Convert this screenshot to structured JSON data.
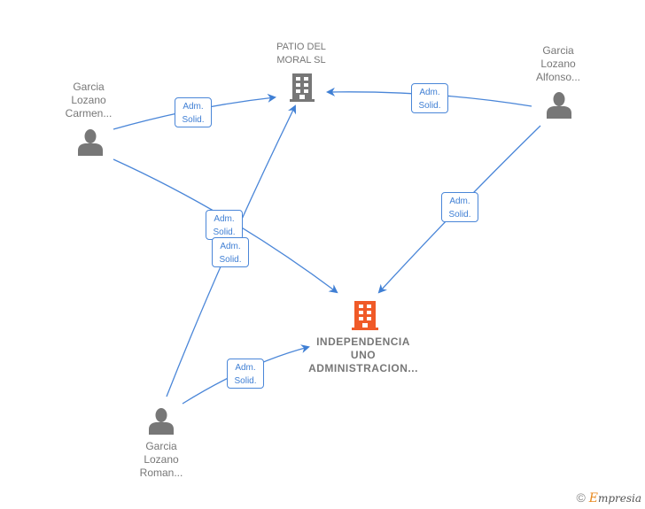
{
  "nodes": {
    "patio": {
      "label": "PATIO DEL\nMORAL  SL",
      "type": "company"
    },
    "independencia": {
      "label": "INDEPENDENCIA\nUNO\nADMINISTRACION...",
      "type": "company-main"
    },
    "carmen": {
      "label": "Garcia\nLozano\nCarmen...",
      "type": "person"
    },
    "alfonso": {
      "label": "Garcia\nLozano\nAlfonso...",
      "type": "person"
    },
    "roman": {
      "label": "Garcia\nLozano\nRoman...",
      "type": "person"
    }
  },
  "edges": [
    {
      "from": "carmen",
      "to": "patio",
      "label": "Adm.\nSolid."
    },
    {
      "from": "alfonso",
      "to": "patio",
      "label": "Adm.\nSolid."
    },
    {
      "from": "carmen",
      "to": "independencia",
      "label": "Adm.\nSolid."
    },
    {
      "from": "roman",
      "to": "patio",
      "label": "Adm.\nSolid."
    },
    {
      "from": "alfonso",
      "to": "independencia",
      "label": "Adm.\nSolid."
    },
    {
      "from": "roman",
      "to": "independencia",
      "label": "Adm.\nSolid."
    }
  ],
  "colors": {
    "edge": "#3f7fd4",
    "company": "#777777",
    "main_company": "#f05a28",
    "person": "#777777"
  },
  "footer": {
    "copyright": "©",
    "brand_initial": "E",
    "brand_rest": "mpresia"
  }
}
